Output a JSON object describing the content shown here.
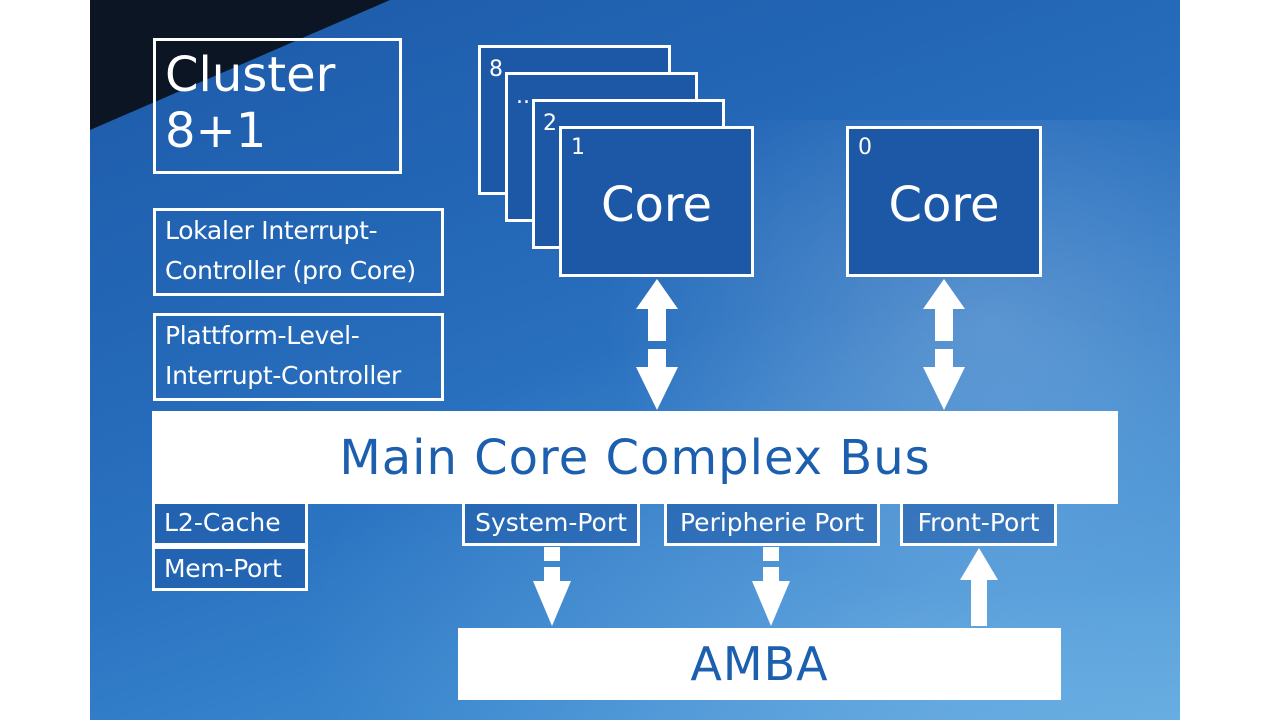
{
  "cluster": {
    "line1": "Cluster",
    "line2": "8+1"
  },
  "lic": {
    "line1": "Lokaler Interrupt-",
    "line2": "Controller (pro Core)"
  },
  "plic": {
    "line1": "Plattform-Level-",
    "line2": "Interrupt-Controller"
  },
  "core_stack": {
    "back_labels": [
      "8",
      "..",
      "2"
    ],
    "front": {
      "number": "1",
      "title": "Core"
    }
  },
  "core0": {
    "number": "0",
    "title": "Core"
  },
  "bus": {
    "label": "Main Core Complex Bus"
  },
  "ports": {
    "l2_cache": "L2-Cache",
    "mem_port": "Mem-Port",
    "system": "System-Port",
    "peripherie": "Peripherie Port",
    "front": "Front-Port"
  },
  "amba": {
    "label": "AMBA"
  }
}
